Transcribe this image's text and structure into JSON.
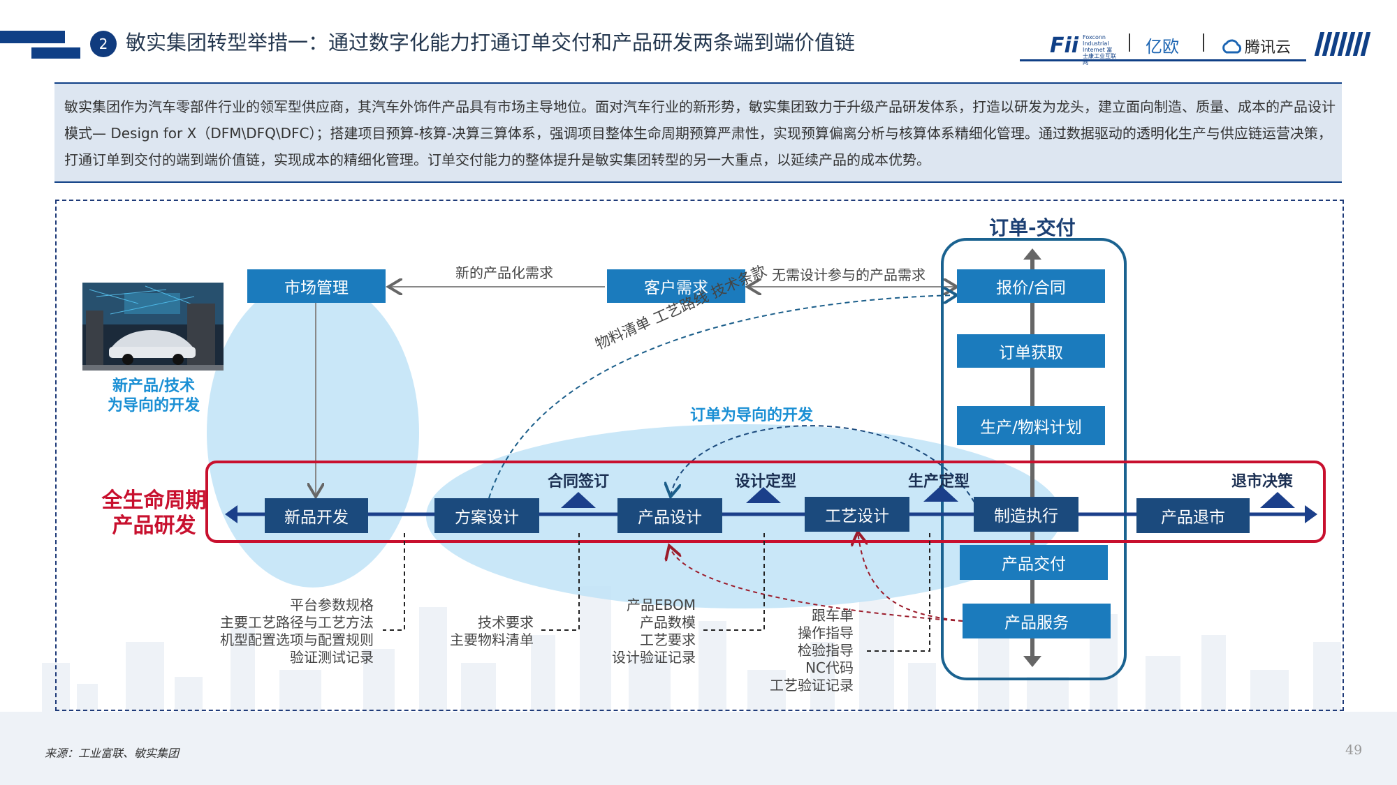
{
  "header": {
    "section_number": "2",
    "title": "敏实集团转型举措一：通过数字化能力打通订单交付和产品研发两条端到端价值链",
    "logos": {
      "fii_text": "Fii",
      "fii_sub": "Foxconn Industrial Internet 富士康工业互联网",
      "yiou": "亿欧",
      "tencent_cloud": "腾讯云"
    }
  },
  "intro": {
    "text": "敏实集团作为汽车零部件行业的领军型供应商，其汽车外饰件产品具有市场主导地位。面对汽车行业的新形势，敏实集团致力于升级产品研发体系，打造以研发为龙头，建立面向制造、质量、成本的产品设计模式— Design for X（DFM\\DFQ\\DFC）；搭建项目预算-核算-决算三算体系，强调项目整体生命周期预算严肃性，实现预算偏离分析与核算体系精细化管理。通过数据驱动的透明化生产与供应链运营决策，打通订单到交付的端到端价值链，实现成本的精细化管理。订单交付能力的整体提升是敏实集团转型的另一大重点，以延续产品的成本优势。"
  },
  "diagram": {
    "order_delivery_title": "订单-交付",
    "top_boxes": {
      "market": "市场管理",
      "customer": "客户需求"
    },
    "top_arrows": {
      "new_product_demand": "新的产品化需求",
      "no_design_demand": "无需设计参与的产品需求"
    },
    "diagonal_label": "物料清单 工艺路线 技术条款",
    "order_dev_label": "订单为导向的开发",
    "new_product_label": [
      "新产品/技术",
      "为导向的开发"
    ],
    "lifecycle_label": [
      "全生命周期",
      "产品研发"
    ],
    "lifecycle_boxes": [
      "新品开发",
      "方案设计",
      "产品设计",
      "工艺设计",
      "制造执行",
      "产品退市"
    ],
    "milestones": [
      "合同签订",
      "设计定型",
      "生产定型",
      "退市决策"
    ],
    "order_boxes": [
      "报价/合同",
      "订单获取",
      "生产/物料计划",
      "产品交付",
      "产品服务"
    ],
    "deliverables": {
      "new_product": [
        "平台参数规格",
        "主要工艺路径与工艺方法",
        "机型配置选项与配置规则",
        "验证测试记录"
      ],
      "scheme": [
        "技术要求",
        "主要物料清单"
      ],
      "product": [
        "产品EBOM",
        "产品数模",
        "工艺要求",
        "设计验证记录"
      ],
      "process": [
        "跟车单",
        "操作指导",
        "检验指导",
        "NC代码",
        "工艺验证记录"
      ]
    }
  },
  "footer": {
    "source": "来源：工业富联、敏实集团",
    "page_number": "49"
  },
  "colors": {
    "navy": "#0f3f86",
    "box_blue": "#1b7bbd",
    "box_dark": "#1b4a7d",
    "lifecycle_red": "#c8102e",
    "ellipse_light": "#bfe3f7"
  }
}
